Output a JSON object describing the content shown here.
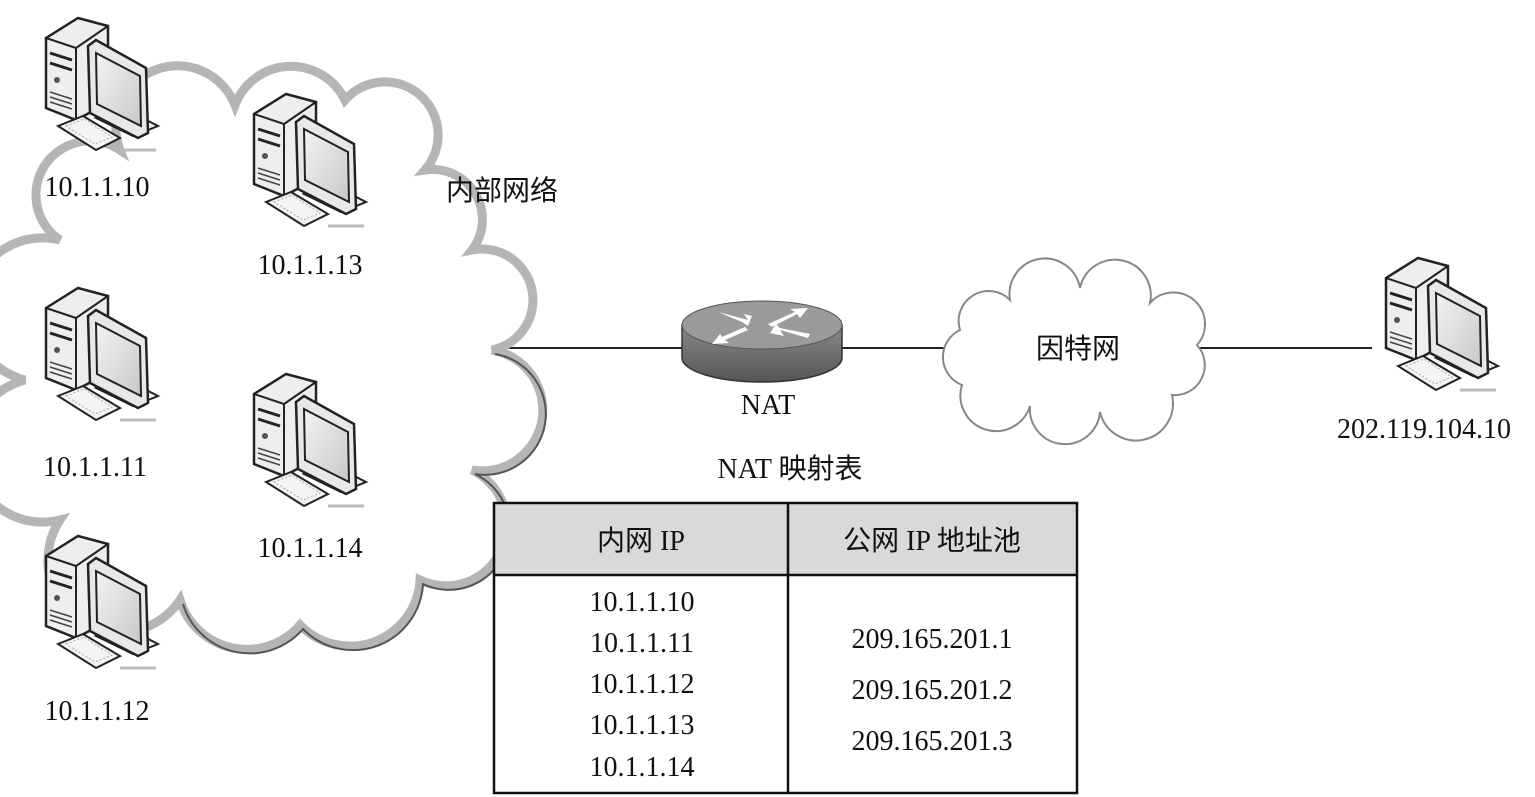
{
  "internal_network": {
    "label": "内部网络",
    "hosts": [
      "10.1.1.10",
      "10.1.1.11",
      "10.1.1.12",
      "10.1.1.13",
      "10.1.1.14"
    ]
  },
  "router": {
    "label": "NAT"
  },
  "internet": {
    "label": "因特网"
  },
  "remote_host": {
    "label": "202.119.104.10"
  },
  "nat_table": {
    "title": "NAT 映射表",
    "headers": [
      "内网 IP",
      "公网 IP 地址池"
    ],
    "private_ips": [
      "10.1.1.10",
      "10.1.1.11",
      "10.1.1.12",
      "10.1.1.13",
      "10.1.1.14"
    ],
    "public_pool": [
      "209.165.201.1",
      "209.165.201.2",
      "209.165.201.3"
    ]
  }
}
